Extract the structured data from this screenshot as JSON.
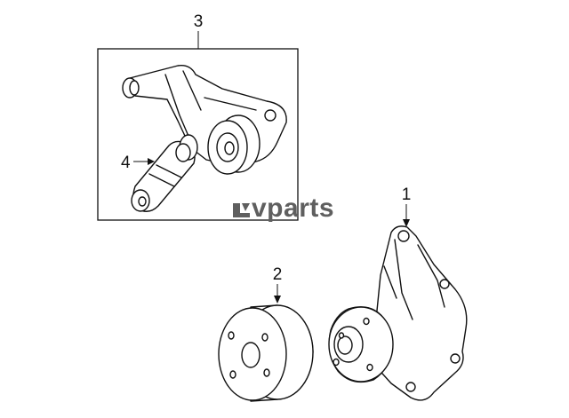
{
  "callouts": [
    {
      "id": "1",
      "label": "1",
      "part": "water-pump"
    },
    {
      "id": "2",
      "label": "2",
      "part": "pump-pulley"
    },
    {
      "id": "3",
      "label": "3",
      "part": "tensioner-assembly"
    },
    {
      "id": "4",
      "label": "4",
      "part": "tensioner-damper"
    }
  ],
  "watermark": {
    "logo_icon": "lv-monogram-icon",
    "text": "vparts",
    "color": "#5f5f5f"
  }
}
